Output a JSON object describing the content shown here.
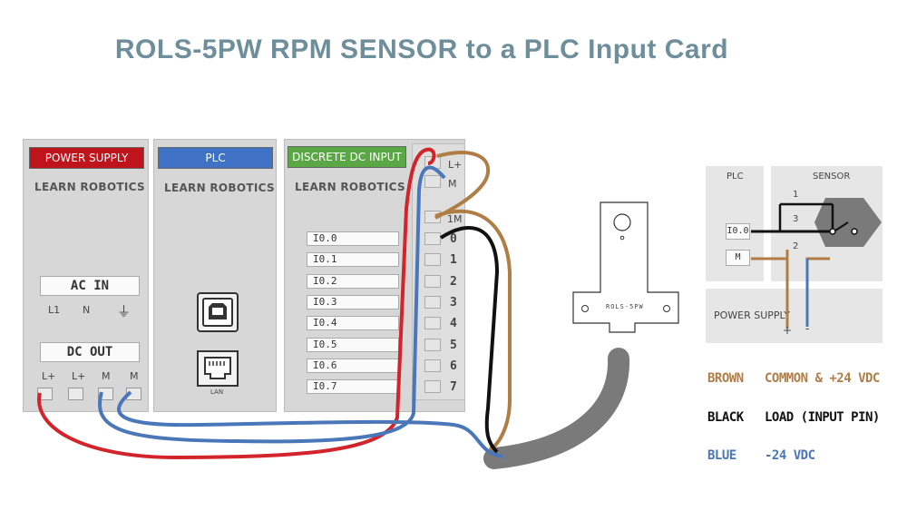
{
  "title": "ROLS-5PW  RPM SENSOR to a PLC Input Card",
  "power_supply": {
    "header": "POWER SUPPLY",
    "header_color": "#c0141c",
    "brand": "LEARN ROBOTICS",
    "ac_in": "AC IN",
    "ac_terms": [
      "L1",
      "N",
      "⏚"
    ],
    "dc_out": "DC OUT",
    "dc_terms": [
      "L+",
      "L+",
      "M",
      "M"
    ]
  },
  "plc": {
    "header": "PLC",
    "header_color": "#3f72c5",
    "brand": "LEARN ROBOTICS",
    "lan_label": "LAN"
  },
  "input_card": {
    "header": "DISCRETE DC INPUT",
    "header_color": "#5aa845",
    "brand": "LEARN ROBOTICS",
    "top_terminals": [
      "L+",
      "M"
    ],
    "im_label": "1M",
    "inputs": [
      "I0.0",
      "I0.1",
      "I0.2",
      "I0.3",
      "I0.4",
      "I0.5",
      "I0.6",
      "I0.7"
    ],
    "numbers": [
      "0",
      "1",
      "2",
      "3",
      "4",
      "5",
      "6",
      "7"
    ]
  },
  "sensor_body_label": "ROLS-5PW",
  "schematic": {
    "plc_label": "PLC",
    "sensor_label": "SENSOR",
    "i00_label": "I0.0",
    "m_label": "M",
    "pins": [
      "1",
      "3",
      "2"
    ],
    "power_label": "POWER SUPPLY",
    "plus": "+",
    "minus": "-"
  },
  "legend": [
    {
      "color_name": "BROWN",
      "desc": "COMMON & +24 VDC",
      "color": "#b07d45"
    },
    {
      "color_name": "BLACK",
      "desc": "LOAD (INPUT PIN)",
      "color": "#111111"
    },
    {
      "color_name": "BLUE",
      "desc": "-24 VDC",
      "color": "#4a77b9"
    }
  ],
  "wire_colors": {
    "red": "#d3232b",
    "blue": "#4a77b9",
    "black": "#111111",
    "brown": "#b07d45",
    "cable": "#777777"
  }
}
